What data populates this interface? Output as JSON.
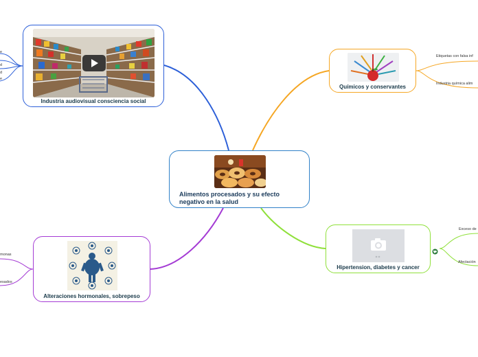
{
  "central": {
    "title_line1": "Alimentos procesados y su efecto",
    "title_line2": "negativo en la salud",
    "image_icon": "processed-food-photo"
  },
  "branches": {
    "top_left": {
      "label": "Industria audiovisual consciencia social",
      "color": "#2c5fd8",
      "image_icon": "supermarket-video-thumbnail",
      "leaves": [
        "e",
        "d",
        "d",
        "e"
      ]
    },
    "top_right": {
      "label": "Químicos y conservantes",
      "color": "#f5a623",
      "image_icon": "syringes-apple-photo",
      "leaves": [
        "Etiquetas con falsa inf",
        "Industria química alim"
      ]
    },
    "bottom_left": {
      "label": "Alteraciones hormonales, sobrepeso",
      "color": "#a43bd4",
      "image_icon": "obesity-infographic",
      "leaves": [
        "monas",
        "esados"
      ]
    },
    "bottom_right": {
      "label": "Hipertension, diabetes y cancer",
      "color": "#8fe03a",
      "image_icon": "camera-placeholder",
      "leaves": [
        "Exceso de",
        "Afectación"
      ]
    }
  }
}
